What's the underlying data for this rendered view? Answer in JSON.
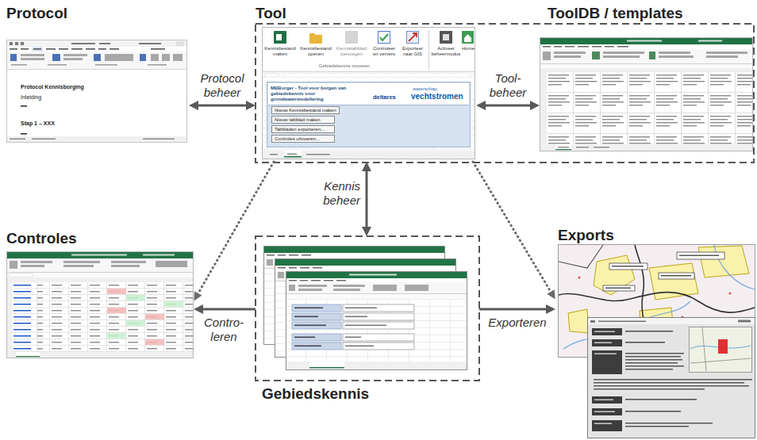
{
  "diagram": {
    "nodes": [
      {
        "text": [
          "Protocol",
          "Protocol Kennisborging",
          "Inleiding",
          "Stap 1 – XXX"
        ]
      },
      {
        "text": [
          "Tool",
          "Kennisbestand maken",
          "Kennisbestand openen",
          "Kennistabblad toevoegen",
          "Controleer en ververs",
          "Exporteer naar GIS",
          "Activeer beheermodus",
          "Home",
          "Gebiedskennis invoeren",
          "MBBorger - Tool voor borgen van gebiedskennis voor grondwatermodellering",
          "deltares",
          "waterschap",
          "vechtstromen"
        ]
      },
      {
        "text": [
          "Nieuw Kennisbestand maken"
        ],
        "in": 1
      },
      {
        "text": [
          "Nieuw tabblad maken"
        ],
        "in": 1
      },
      {
        "text": [
          "Tabbladen exporteren..."
        ],
        "in": 1
      },
      {
        "text": [
          "Controles uitvoeren..."
        ],
        "in": 1
      },
      {
        "text": [
          "ToolDB / templates"
        ]
      },
      {
        "text": [
          "Controles"
        ]
      },
      {
        "text": [
          "Gebiedskennis"
        ]
      },
      {
        "text": [
          "Exports"
        ]
      }
    ],
    "edges": [
      {
        "from": 0,
        "to": 1,
        "label": "Protocol beheer",
        "arrow": "both"
      },
      {
        "from": 1,
        "to": 6,
        "label": "Tool- beheer",
        "arrow": "both"
      },
      {
        "from": 1,
        "to": 8,
        "label": "Kennis beheer",
        "arrow": "both"
      },
      {
        "from": 8,
        "to": 7,
        "label": "Contro- leren",
        "arrow": "to"
      },
      {
        "from": 8,
        "to": 9,
        "label": "Exporteren",
        "arrow": "to"
      },
      {
        "from": 1,
        "to": 7,
        "arrow": "to"
      },
      {
        "from": 1,
        "to": 9,
        "arrow": "to"
      }
    ]
  }
}
